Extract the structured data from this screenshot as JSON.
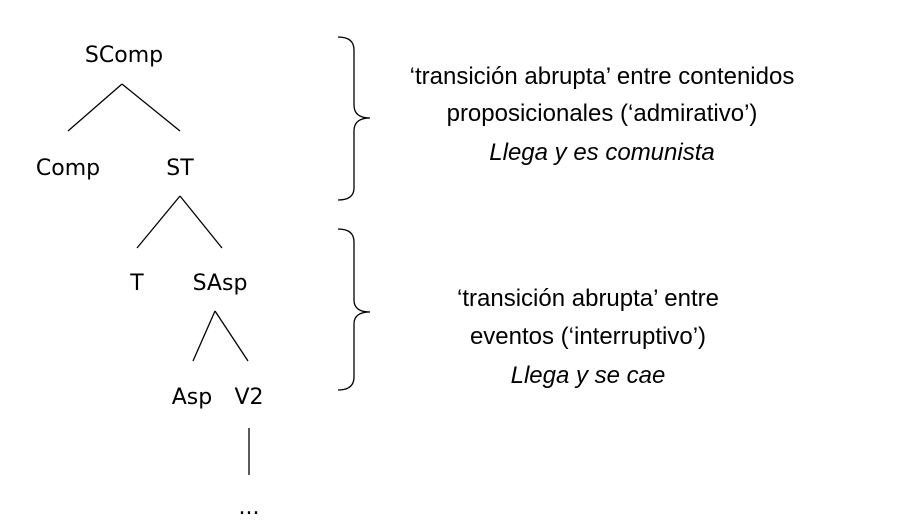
{
  "tree": {
    "root": "SComp",
    "comp": "Comp",
    "st": "ST",
    "t": "T",
    "sasp": "SAsp",
    "asp": "Asp",
    "v2": "V2",
    "ellipsis": "..."
  },
  "annotations": [
    {
      "line1": "‘transición abrupta’ entre contenidos",
      "line2": "proposicionales (‘admirativo’)",
      "example": "Llega y es comunista"
    },
    {
      "line1": "‘transición abrupta’ entre",
      "line2": "eventos (‘interruptivo’)",
      "example": "Llega y se cae"
    }
  ]
}
